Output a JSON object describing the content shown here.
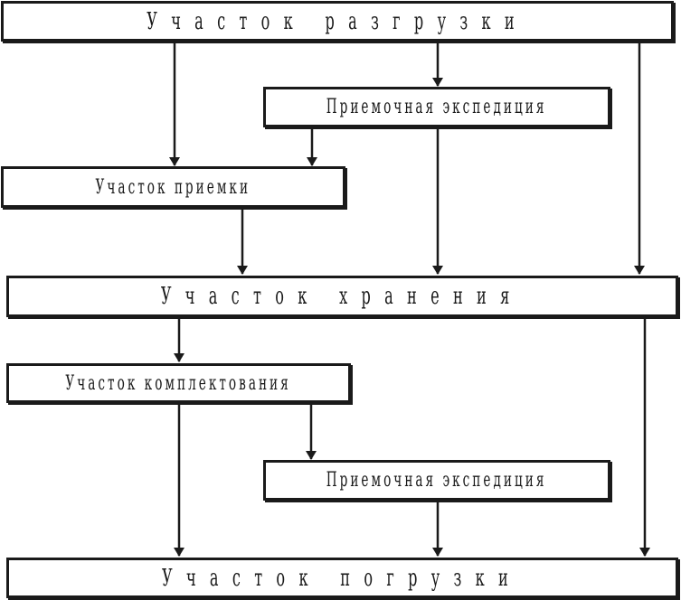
{
  "diagram": {
    "nodes": {
      "unloading": "Участок разгрузки",
      "reception_top": "Приемочная экспедиция",
      "acceptance": "Участок приемки",
      "storage": "Участок хранения",
      "picking": "Участок комплектования",
      "dispatch_bottom": "Приемочная экспедиция",
      "loading": "Участок погрузки"
    },
    "edges": [
      [
        "unloading",
        "acceptance"
      ],
      [
        "unloading",
        "reception_top"
      ],
      [
        "unloading",
        "storage"
      ],
      [
        "reception_top",
        "acceptance"
      ],
      [
        "reception_top",
        "storage"
      ],
      [
        "acceptance",
        "storage"
      ],
      [
        "storage",
        "picking"
      ],
      [
        "storage",
        "loading"
      ],
      [
        "picking",
        "dispatch_bottom"
      ],
      [
        "picking",
        "loading"
      ],
      [
        "dispatch_bottom",
        "loading"
      ]
    ]
  }
}
